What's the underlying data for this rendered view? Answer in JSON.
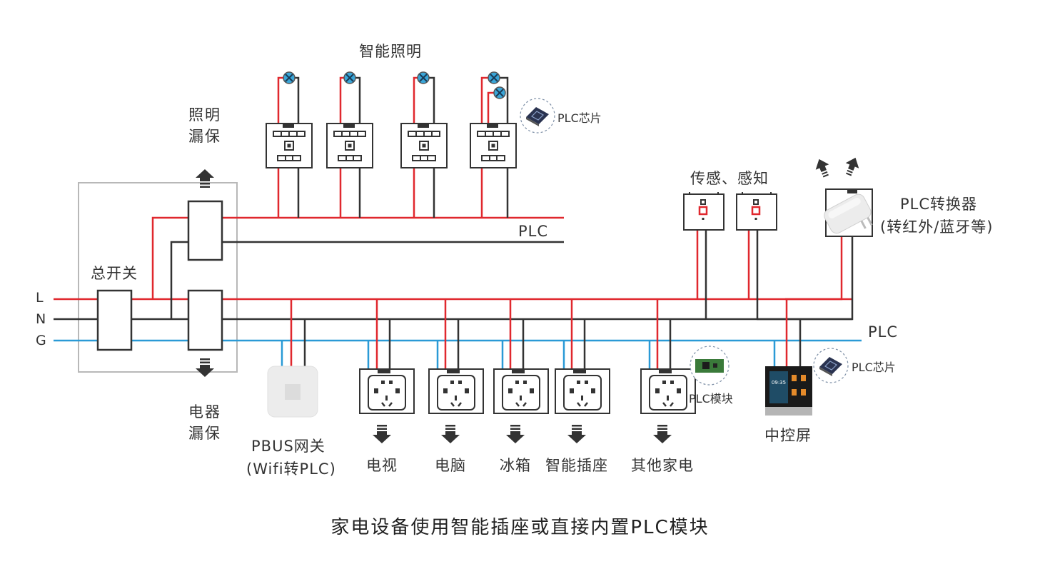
{
  "title": "家电设备使用智能插座或直接内置PLC模块",
  "colors": {
    "live": "#e0282e",
    "neutral": "#333333",
    "ground": "#2a9ad6",
    "lamp": "#3aa6d8",
    "panel_border": "#b8b8b8"
  },
  "bus_labels": {
    "L": "L",
    "N": "N",
    "G": "G"
  },
  "distribution_box": {
    "main_switch": "总开关",
    "lighting_rcd": "照明\n漏保",
    "appliance_rcd": "电器\n漏保"
  },
  "lighting": {
    "title": "智能照明",
    "plc_line_label": "PLC",
    "chip_label": "PLC芯片",
    "switch_count": 4
  },
  "sensors": {
    "title": "传感、感知"
  },
  "converter": {
    "name": "PLC转换器",
    "detail": "(转红外/蓝牙等)"
  },
  "main_plc_label": "PLC",
  "gateway": {
    "name": "PBUS网关",
    "detail": "(Wifi转PLC)"
  },
  "sockets": [
    {
      "label": "电视"
    },
    {
      "label": "电脑"
    },
    {
      "label": "冰箱"
    },
    {
      "label": "智能插座"
    },
    {
      "label": "其他家电"
    }
  ],
  "module_label": "PLC模块",
  "control_screen": {
    "name": "中控屏",
    "chip_label": "PLC芯片",
    "clock": "09:35"
  }
}
